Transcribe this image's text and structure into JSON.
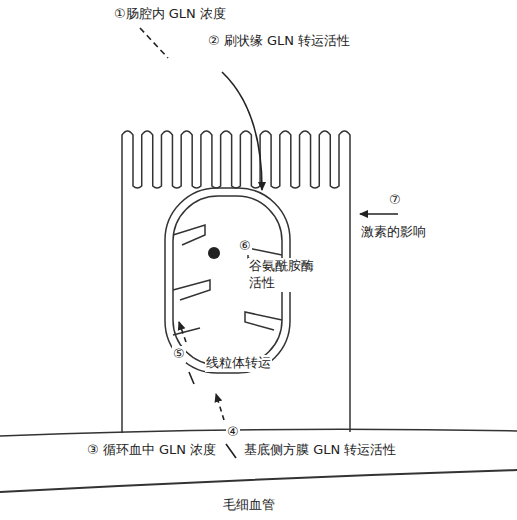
{
  "diagram": {
    "labels": [
      "①肠腔内 GLN 浓度",
      "② 刷状缘 GLN 转运活性",
      "⑦",
      "激素的影响",
      "⑥",
      "谷氨酰胺酶 活性",
      "⑤",
      "线粒体转运",
      "④",
      "③ 循环血中 GLN 浓度",
      "基底侧方膜 GLN 转运活性",
      "毛细血管"
    ]
  }
}
